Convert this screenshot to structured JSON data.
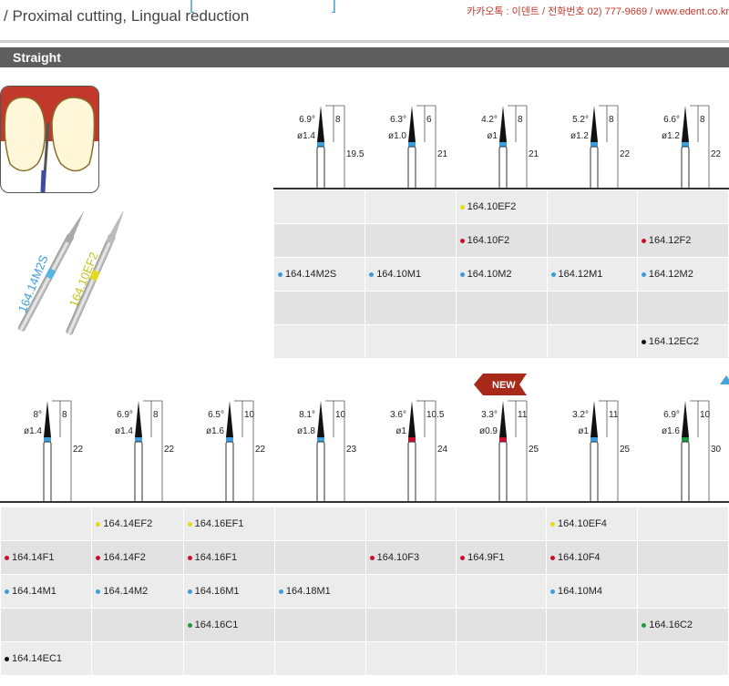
{
  "header": {
    "title": "/ Proximal cutting, Lingual reduction",
    "contact": "카카오톡 : 이덴트 /  전화번호 02) 777-9669 / www.edent.co.kr"
  },
  "section": {
    "title": "Straight"
  },
  "photo_labels": {
    "bur1": "164.14M2S",
    "bur2": "164.10EF2"
  },
  "new_badge": "NEW",
  "top_burs": [
    {
      "angle": "6.9°",
      "length": "8",
      "dia": "ø1.4",
      "total": "19.5",
      "band": "#3d9ddc"
    },
    {
      "angle": "6.3°",
      "length": "6",
      "dia": "ø1.0",
      "total": "21",
      "band": "#3d9ddc"
    },
    {
      "angle": "4.2°",
      "length": "8",
      "dia": "ø1",
      "total": "21",
      "band": "#3d9ddc"
    },
    {
      "angle": "5.2°",
      "length": "8",
      "dia": "ø1.2",
      "total": "22",
      "band": "#3d9ddc"
    },
    {
      "angle": "6.6°",
      "length": "8",
      "dia": "ø1.2",
      "total": "22",
      "band": "#3d9ddc"
    }
  ],
  "bottom_burs": [
    {
      "angle": "8°",
      "length": "8",
      "dia": "ø1.4",
      "total": "22",
      "band": "#3d9ddc"
    },
    {
      "angle": "6.9°",
      "length": "8",
      "dia": "ø1.4",
      "total": "22",
      "band": "#3d9ddc"
    },
    {
      "angle": "6.5°",
      "length": "10",
      "dia": "ø1.6",
      "total": "22",
      "band": "#3d9ddc"
    },
    {
      "angle": "8.1°",
      "length": "10",
      "dia": "ø1.8",
      "total": "23",
      "band": "#3d9ddc"
    },
    {
      "angle": "3.6°",
      "length": "10.5",
      "dia": "ø1",
      "total": "24",
      "band": "#c8102e"
    },
    {
      "angle": "3.3°",
      "length": "11",
      "dia": "ø0.9",
      "total": "25",
      "band": "#c8102e"
    },
    {
      "angle": "3.2°",
      "length": "11",
      "dia": "ø1",
      "total": "25",
      "band": "#3d9ddc"
    },
    {
      "angle": "6.9°",
      "length": "10",
      "dia": "ø1.6",
      "total": "30",
      "band": "#1e9a3c"
    }
  ],
  "top_table": [
    [
      {
        "t": "",
        "c": ""
      },
      {
        "t": "",
        "c": ""
      },
      {
        "t": "164.10EF2",
        "c": "yellow"
      },
      {
        "t": "",
        "c": ""
      },
      {
        "t": "",
        "c": ""
      }
    ],
    [
      {
        "t": "",
        "c": ""
      },
      {
        "t": "",
        "c": ""
      },
      {
        "t": "164.10F2",
        "c": "red"
      },
      {
        "t": "",
        "c": ""
      },
      {
        "t": "164.12F2",
        "c": "red"
      }
    ],
    [
      {
        "t": "164.14M2S",
        "c": "blue"
      },
      {
        "t": "164.10M1",
        "c": "blue"
      },
      {
        "t": "164.10M2",
        "c": "blue"
      },
      {
        "t": "164.12M1",
        "c": "blue"
      },
      {
        "t": "164.12M2",
        "c": "blue"
      }
    ],
    [
      {
        "t": "",
        "c": ""
      },
      {
        "t": "",
        "c": ""
      },
      {
        "t": "",
        "c": ""
      },
      {
        "t": "",
        "c": ""
      },
      {
        "t": "",
        "c": ""
      }
    ],
    [
      {
        "t": "",
        "c": ""
      },
      {
        "t": "",
        "c": ""
      },
      {
        "t": "",
        "c": ""
      },
      {
        "t": "",
        "c": ""
      },
      {
        "t": "164.12EC2",
        "c": "black"
      }
    ]
  ],
  "bottom_table": [
    [
      {
        "t": "",
        "c": ""
      },
      {
        "t": "164.14EF2",
        "c": "yellow"
      },
      {
        "t": "164.16EF1",
        "c": "yellow"
      },
      {
        "t": "",
        "c": ""
      },
      {
        "t": "",
        "c": ""
      },
      {
        "t": "",
        "c": ""
      },
      {
        "t": "164.10EF4",
        "c": "yellow"
      },
      {
        "t": "",
        "c": ""
      }
    ],
    [
      {
        "t": "164.14F1",
        "c": "red"
      },
      {
        "t": "164.14F2",
        "c": "red"
      },
      {
        "t": "164.16F1",
        "c": "red"
      },
      {
        "t": "",
        "c": ""
      },
      {
        "t": "164.10F3",
        "c": "red"
      },
      {
        "t": "164.9F1",
        "c": "red"
      },
      {
        "t": "164.10F4",
        "c": "red"
      },
      {
        "t": "",
        "c": ""
      }
    ],
    [
      {
        "t": "164.14M1",
        "c": "blue"
      },
      {
        "t": "164.14M2",
        "c": "blue"
      },
      {
        "t": "164.16M1",
        "c": "blue"
      },
      {
        "t": "164.18M1",
        "c": "blue"
      },
      {
        "t": "",
        "c": ""
      },
      {
        "t": "",
        "c": ""
      },
      {
        "t": "164.10M4",
        "c": "blue"
      },
      {
        "t": "",
        "c": ""
      }
    ],
    [
      {
        "t": "",
        "c": ""
      },
      {
        "t": "",
        "c": ""
      },
      {
        "t": "164.16C1",
        "c": "green"
      },
      {
        "t": "",
        "c": ""
      },
      {
        "t": "",
        "c": ""
      },
      {
        "t": "",
        "c": ""
      },
      {
        "t": "",
        "c": ""
      },
      {
        "t": "164.16C2",
        "c": "green"
      }
    ],
    [
      {
        "t": "164.14EC1",
        "c": "black"
      },
      {
        "t": "",
        "c": ""
      },
      {
        "t": "",
        "c": ""
      },
      {
        "t": "",
        "c": ""
      },
      {
        "t": "",
        "c": ""
      },
      {
        "t": "",
        "c": ""
      },
      {
        "t": "",
        "c": ""
      },
      {
        "t": "",
        "c": ""
      }
    ]
  ]
}
